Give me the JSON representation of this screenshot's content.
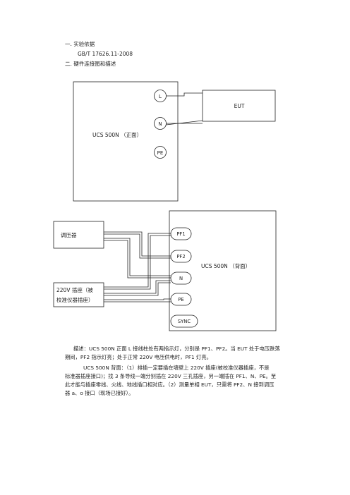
{
  "headings": {
    "s1": "一.  实验依据",
    "standard": "GB/T    17626.11-2008",
    "s2": "二.  硬件连接图和描述"
  },
  "front": {
    "unit_label": "UCS 500N  （正面）",
    "port_l": "L",
    "port_n": "N",
    "port_pe": "PE",
    "eut": "EUT"
  },
  "back": {
    "unit_label": "UCS 500N  （背面）",
    "regulator": "调压器",
    "socket_line1": "220V 插座（被",
    "socket_line2": "校准仪器插座）",
    "port_pf1": "PF1",
    "port_pf2": "PF2",
    "port_n": "N",
    "port_pe": "PE",
    "port_sync": "SYNC"
  },
  "description": {
    "line1": "描述：UCS 500N 正面 L 接线柱处有两指示灯，分别是 PF1、PF2。当 EUT 处于电压跌落",
    "line2": "期间，PF2 指示灯亮；处于正常 220V 电压供电时，PF1 灯亮。",
    "line3": "UCS 500N 背面：（1）排插一定要插在墙壁上 220V 插座(被校准仪器插座，不是",
    "line4": "标准器插座接口)；找 3 条导线一端分别插在 220V 三孔插座，另一端插在 PF1、N、PE。至",
    "line5": "此才能与插座零线、火线、地线插口相对应。（2）测量单相 EUT，只需将 PF2、N 接到调压",
    "line6": "器 a、o 接口（现场已接好）。"
  }
}
